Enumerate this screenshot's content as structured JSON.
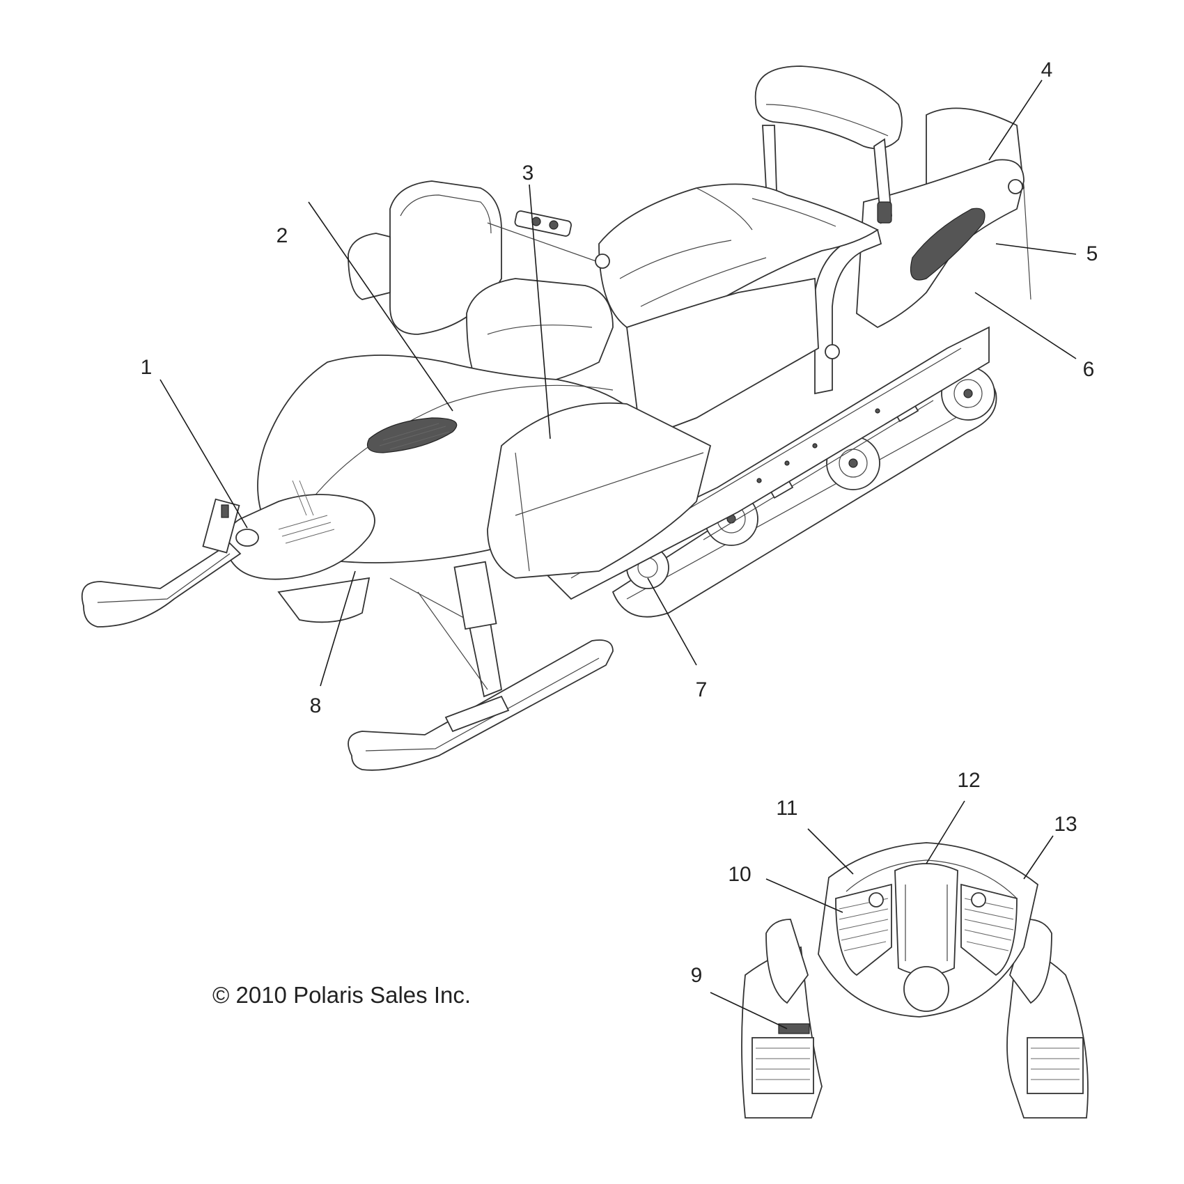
{
  "copyright": "© 2010 Polaris Sales Inc.",
  "callouts": [
    {
      "id": "callout-1",
      "label": "1"
    },
    {
      "id": "callout-2",
      "label": "2"
    },
    {
      "id": "callout-3",
      "label": "3"
    },
    {
      "id": "callout-4",
      "label": "4"
    },
    {
      "id": "callout-5",
      "label": "5"
    },
    {
      "id": "callout-6",
      "label": "6"
    },
    {
      "id": "callout-7",
      "label": "7"
    },
    {
      "id": "callout-8",
      "label": "8"
    },
    {
      "id": "callout-9",
      "label": "9"
    },
    {
      "id": "callout-10",
      "label": "10"
    },
    {
      "id": "callout-11",
      "label": "11"
    },
    {
      "id": "callout-12",
      "label": "12"
    },
    {
      "id": "callout-13",
      "label": "13"
    }
  ]
}
